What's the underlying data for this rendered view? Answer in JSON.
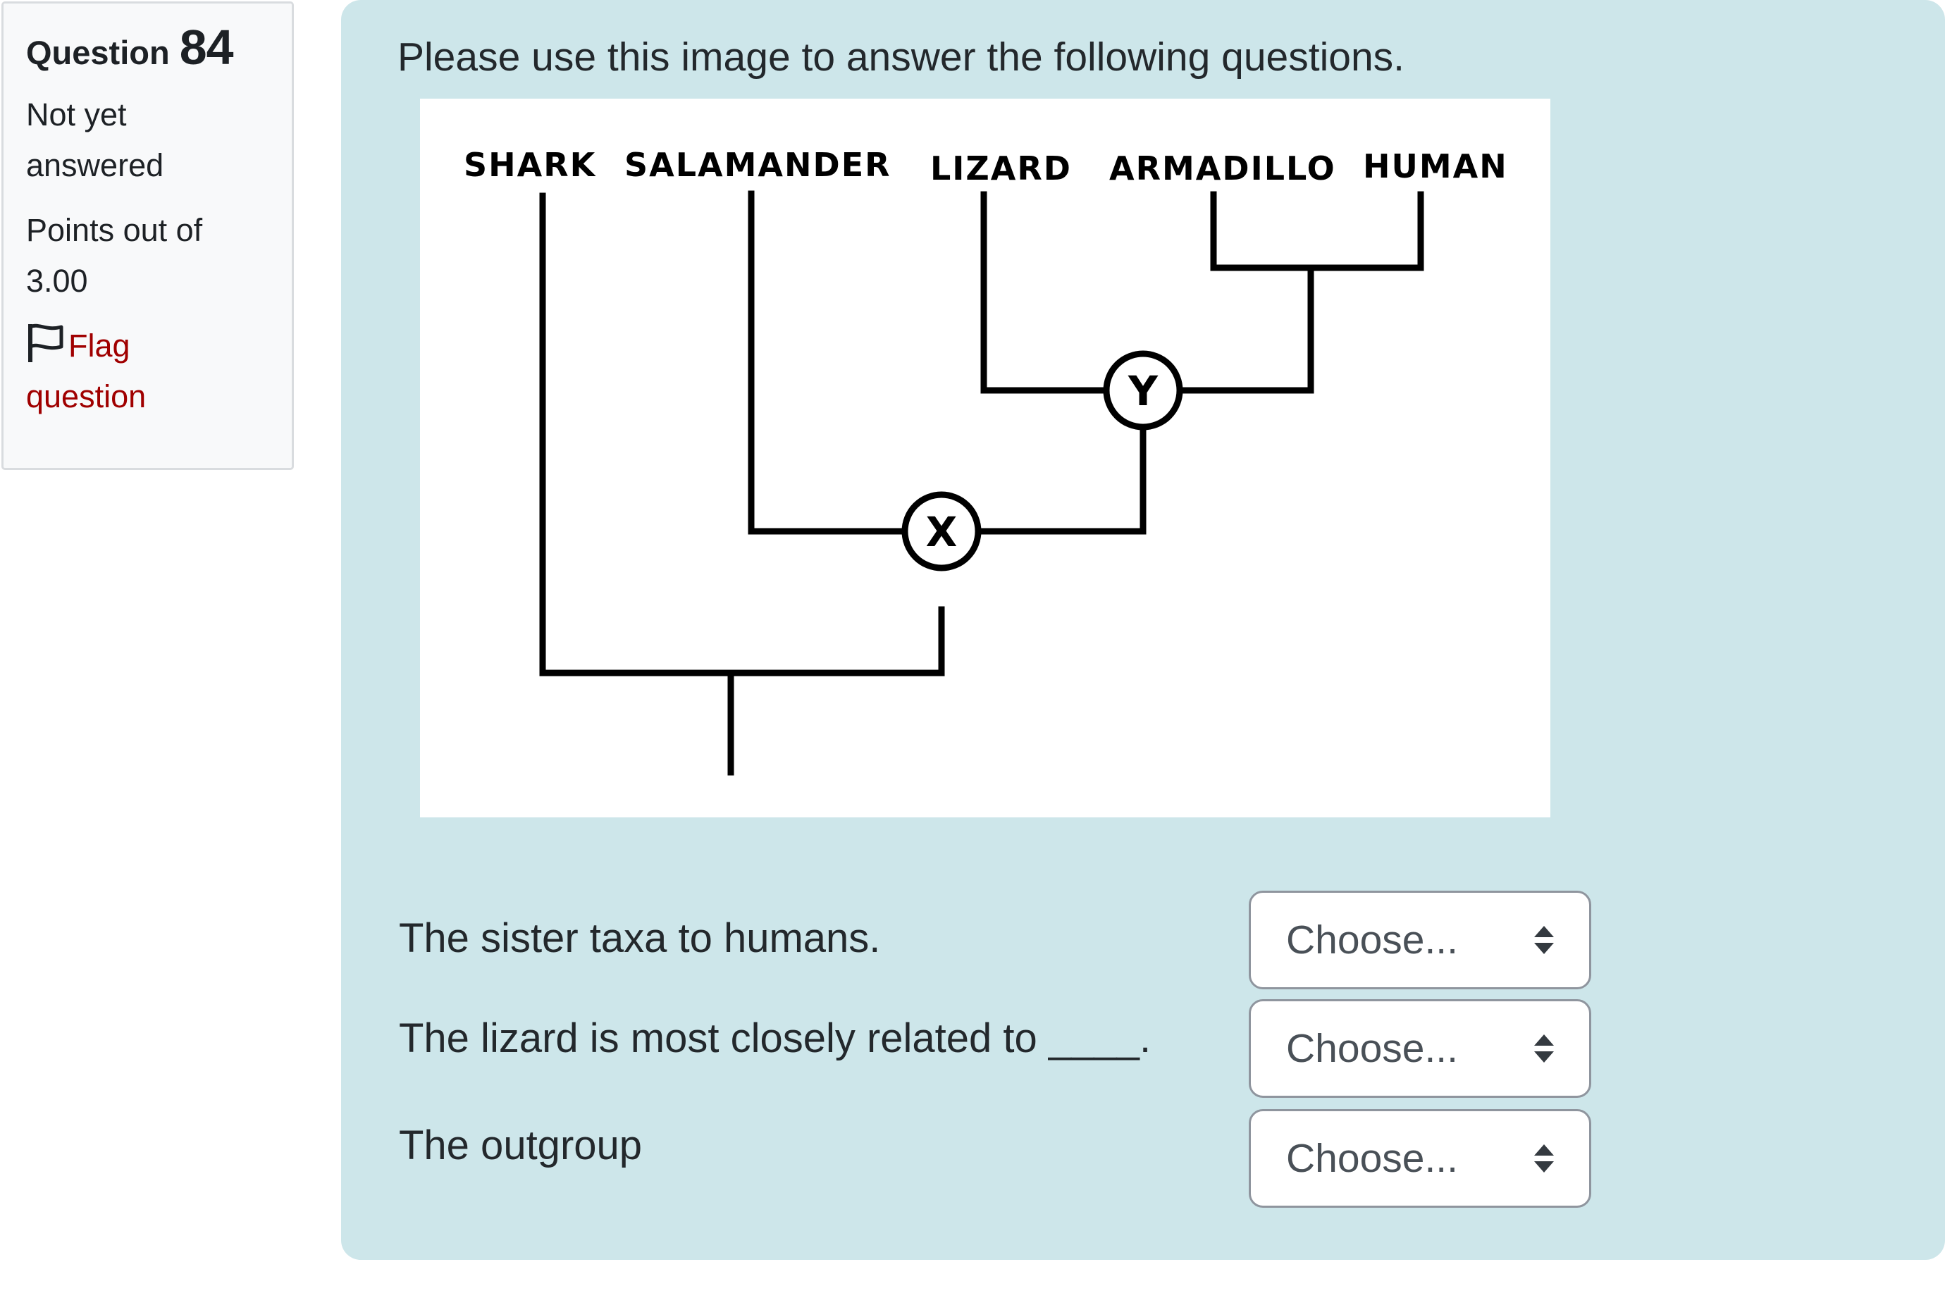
{
  "info": {
    "question_label": "Question",
    "question_number": "84",
    "state_line1": "Not yet",
    "state_line2": "answered",
    "grade_line1": "Points out of",
    "grade_line2": "3.00",
    "flag_line1": "Flag",
    "flag_line2": "question"
  },
  "question": {
    "prompt": "Please use this image to answer the following questions.",
    "figure": {
      "taxa": [
        "SHARK",
        "SALAMANDER",
        "LIZARD",
        "ARMADILLO",
        "HUMAN"
      ],
      "node_x": "X",
      "node_y": "Y"
    },
    "rows": [
      {
        "text": "The sister taxa to humans.",
        "selected": "Choose..."
      },
      {
        "text": "The lizard is most closely related to ____.",
        "selected": "Choose..."
      },
      {
        "text": "The outgroup",
        "selected": "Choose..."
      }
    ]
  },
  "colors": {
    "panel_bg": "#cde6ea",
    "info_bg": "#f8f9fa",
    "flag_text": "#a00000"
  }
}
